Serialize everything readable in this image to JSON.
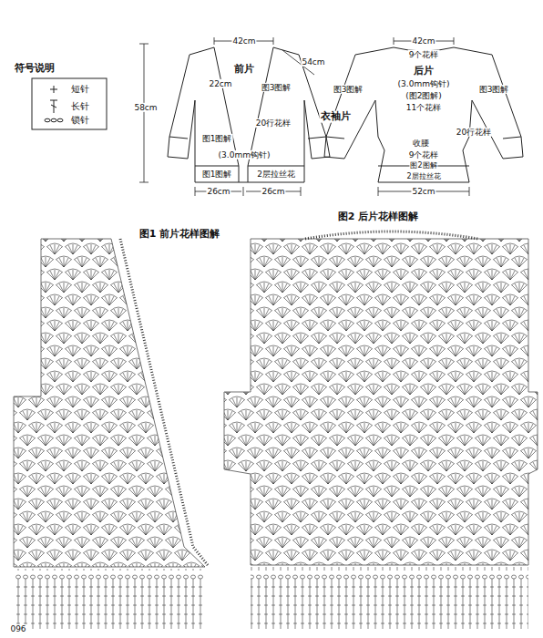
{
  "diagram": {
    "labels": [
      "符号说明",
      "58cm",
      "42cm",
      "54cm",
      "前片",
      "22cm",
      "图3图解",
      "20行花样",
      "图1图解",
      "(3.0mm钩针)",
      "图1图解",
      "2层拉丝花",
      "26cm",
      "26cm",
      "42cm",
      "9个花样",
      "后片",
      "(3.0mm钩针)",
      "图3图解",
      "(图2图解)",
      "图3图解",
      "11个花样",
      "衣袖片",
      "20行花样",
      "收腰",
      "9个花样",
      "图2图解",
      "2层拉丝花",
      "52cm",
      "图2 后片花样图解",
      "图1 前片花样图解",
      "096"
    ],
    "legend": [
      {
        "text": "短针"
      },
      {
        "text": "长针"
      },
      {
        "text": "锁针"
      }
    ]
  }
}
